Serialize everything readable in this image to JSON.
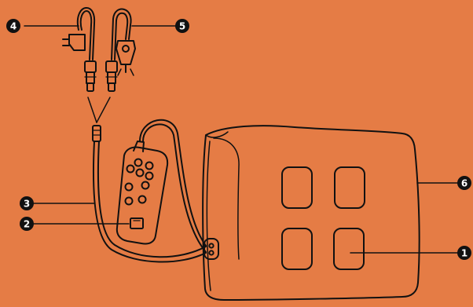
{
  "diagram": {
    "background_color": "#E57C45",
    "line_color": "#111111",
    "callouts": [
      {
        "id": "1",
        "label": "1",
        "part": "massage-node-pad"
      },
      {
        "id": "2",
        "label": "2",
        "part": "controller-switch"
      },
      {
        "id": "3",
        "label": "3",
        "part": "power-cord"
      },
      {
        "id": "4",
        "label": "4",
        "part": "ac-adapter"
      },
      {
        "id": "5",
        "label": "5",
        "part": "car-adapter"
      },
      {
        "id": "6",
        "label": "6",
        "part": "cushion-body"
      }
    ]
  }
}
